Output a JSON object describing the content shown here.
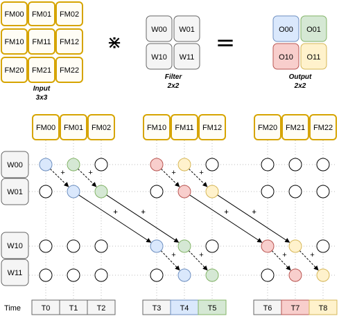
{
  "input": {
    "cells": [
      "FM00",
      "FM01",
      "FM02",
      "FM10",
      "FM11",
      "FM12",
      "FM20",
      "FM21",
      "FM22"
    ],
    "caption_line1": "Input",
    "caption_line2": "3x3"
  },
  "operator_symbol": "⋇",
  "filter": {
    "cells": [
      "W00",
      "W01",
      "W10",
      "W11"
    ],
    "caption_line1": "Filter",
    "caption_line2": "2x2"
  },
  "equals_symbol": "=",
  "output": {
    "cells": [
      "O00",
      "O01",
      "O10",
      "O11"
    ],
    "caption_line1": "Output",
    "caption_line2": "2x2"
  },
  "systolic": {
    "input_groups": [
      [
        "FM00",
        "FM01",
        "FM02"
      ],
      [
        "FM10",
        "FM11",
        "FM12"
      ],
      [
        "FM20",
        "FM21",
        "FM22"
      ]
    ],
    "weight_rows": [
      "W00",
      "W01",
      "W10",
      "W11"
    ],
    "plus_sign": "+",
    "time_label": "Time",
    "time_steps": [
      "T0",
      "T1",
      "T2",
      "T3",
      "T4",
      "T5",
      "T6",
      "T7",
      "T8"
    ]
  },
  "colors": {
    "input_border": "#d6a400",
    "input_fill": "#fffdf5",
    "gray_fill": "#f5f5f5",
    "gray_border": "#666666",
    "blue": "#dae8fc",
    "blue_border": "#6c8ebf",
    "green": "#d5e8d4",
    "green_border": "#82b366",
    "red": "#f8cecc",
    "red_border": "#b85450",
    "yellow": "#fff2cc",
    "yellow_border": "#d6b656"
  }
}
